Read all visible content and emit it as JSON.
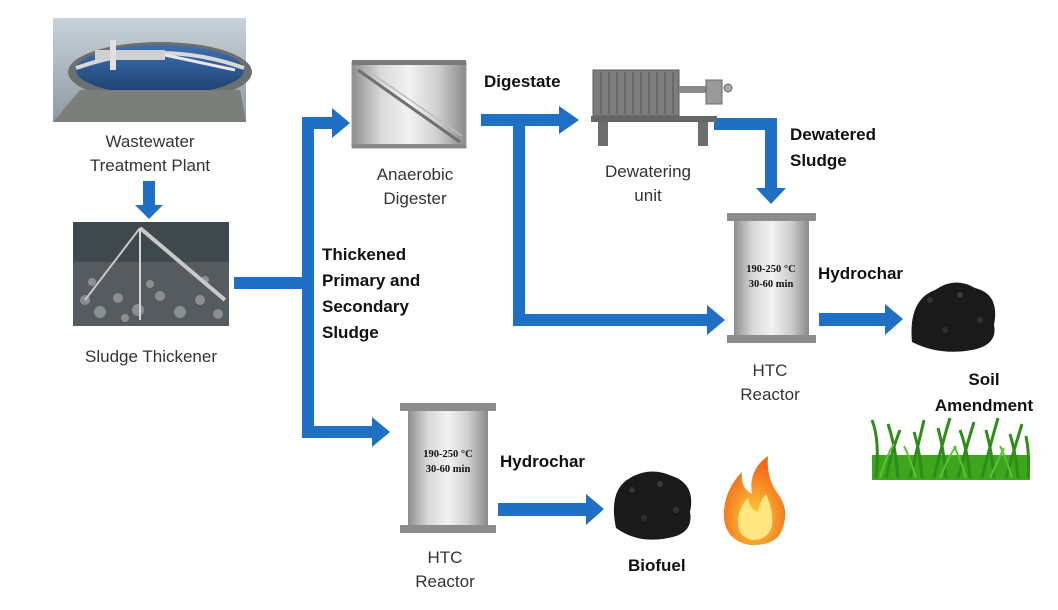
{
  "nodes": {
    "wwtp": {
      "label": "Wastewater\nTreatment  Plant"
    },
    "thickener": {
      "label": "Sludge Thickener"
    },
    "digester": {
      "label": "Anaerobic\nDigester"
    },
    "dewatering": {
      "label": "Dewatering\nunit"
    },
    "htc_top": {
      "label": "HTC\nReactor",
      "temp": "190-250 °C",
      "time": "30-60 min"
    },
    "htc_bottom": {
      "label": "HTC\nReactor",
      "temp": "190-250 °C",
      "time": "30-60 min"
    },
    "soil": {
      "label": "Soil\nAmendment"
    },
    "biofuel": {
      "label": "Biofuel"
    }
  },
  "flows": {
    "digestate": "Digestate",
    "dewatered": "Dewatered\nSludge",
    "thickened": "Thickened\nPrimary  and\nSecondary\nSludge",
    "hydrochar_top": "Hydrochar",
    "hydrochar_bottom": "Hydrochar"
  },
  "colors": {
    "arrow": "#1f6fc4",
    "reactor": "#b8b8b8",
    "char": "#1a1a1a",
    "grass": "#3fa51f"
  }
}
